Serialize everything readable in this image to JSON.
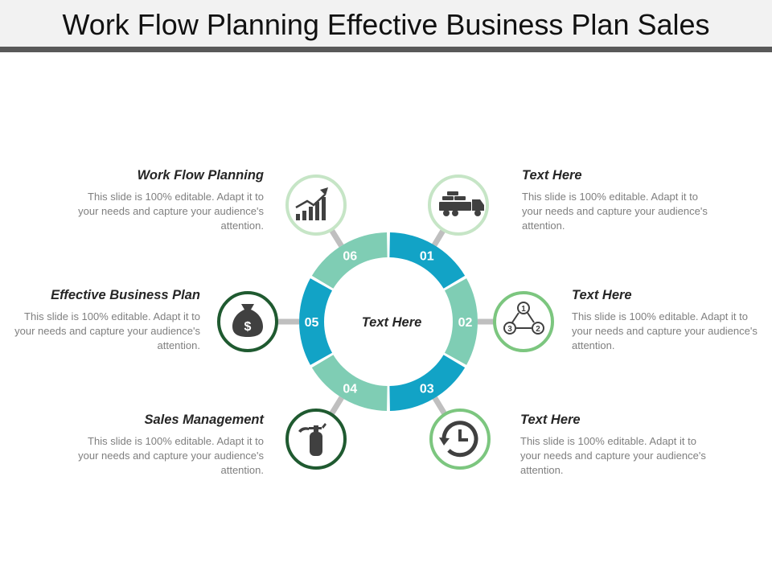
{
  "title": "Work Flow Planning Effective Business Plan Sales",
  "center_label": "Text Here",
  "colors": {
    "blue": "#12a3c6",
    "teal": "#7fcdb4",
    "light_green_ring": "#c6e5c6",
    "mid_green_ring": "#7cc67f",
    "dark_green_ring": "#1f5a30",
    "connector": "#bfbfbf",
    "icon": "#404040"
  },
  "segments": [
    {
      "number": "01"
    },
    {
      "number": "02"
    },
    {
      "number": "03"
    },
    {
      "number": "04"
    },
    {
      "number": "05"
    },
    {
      "number": "06"
    }
  ],
  "items": [
    {
      "heading": "Text Here",
      "body": "This slide is 100% editable. Adapt it to your needs and capture your audience's attention.",
      "icon": "truck-icon"
    },
    {
      "heading": "Text Here",
      "body": "This slide is 100% editable. Adapt it to your needs and capture your audience's attention.",
      "icon": "cycle-steps-icon"
    },
    {
      "heading": "Text Here",
      "body": "This slide is 100% editable. Adapt it to your needs and capture your audience's attention.",
      "icon": "history-clock-icon"
    },
    {
      "heading": "Sales Management",
      "body": "This slide is 100% editable. Adapt it to your needs and capture your audience's attention.",
      "icon": "fire-extinguisher-icon"
    },
    {
      "heading": "Effective Business Plan",
      "body": "This slide is 100% editable. Adapt it to your needs and capture your audience's attention.",
      "icon": "money-bag-icon"
    },
    {
      "heading": "Work Flow Planning",
      "body": "This slide is 100% editable. Adapt it to your needs and capture your audience's attention.",
      "icon": "growth-chart-icon"
    }
  ]
}
